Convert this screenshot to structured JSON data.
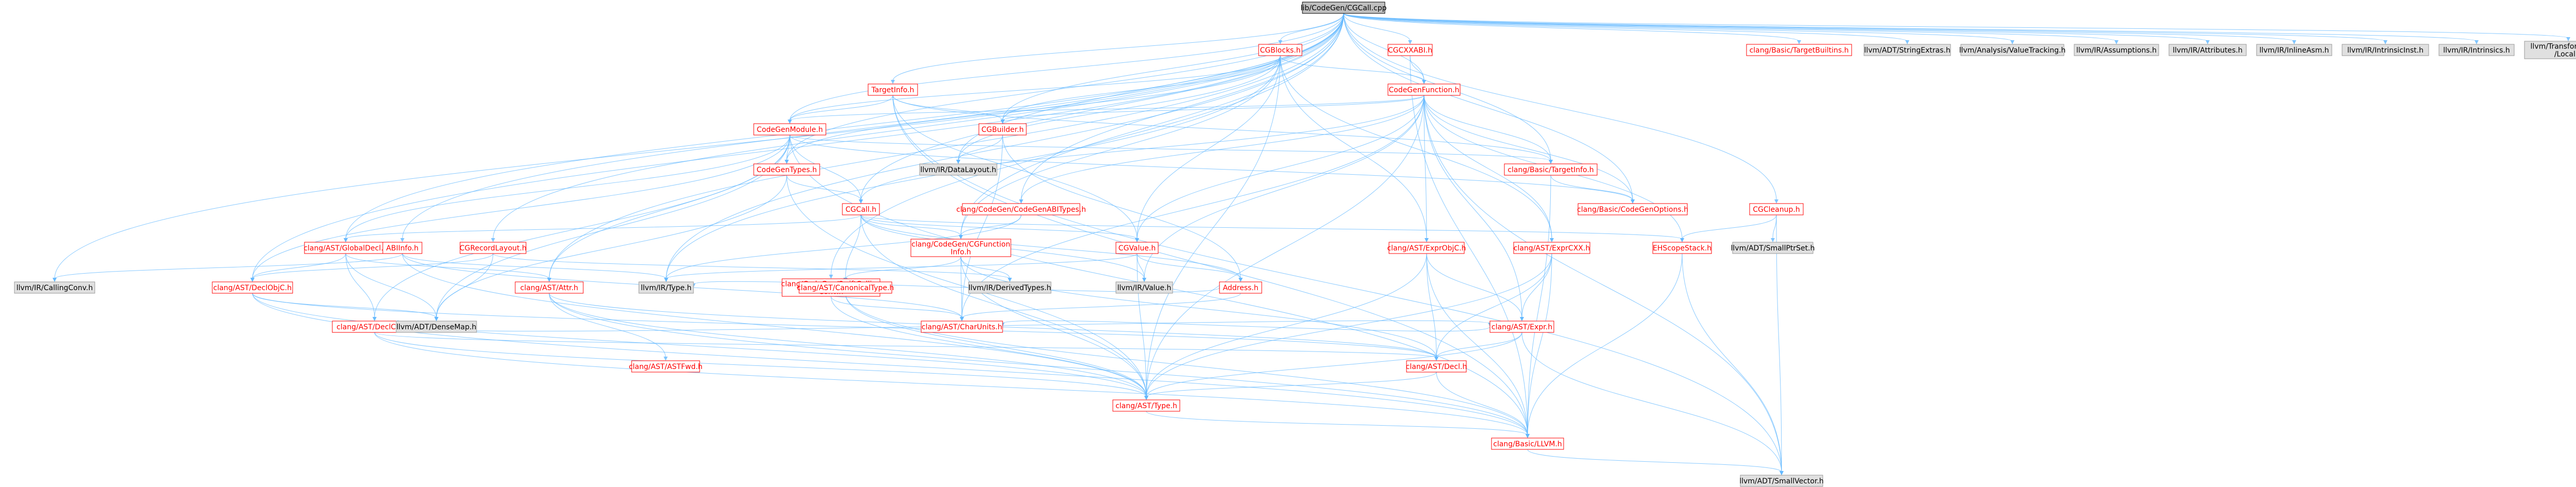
{
  "diagram": {
    "kind": "include-dependency-graph",
    "colors": {
      "root_fill": "#bfbfbf",
      "root_stroke": "#000000",
      "local_fill": "#ffffff",
      "local_stroke": "#ff0000",
      "local_text": "#ff0000",
      "external_fill": "#e0e0e0",
      "external_stroke": "#999999",
      "external_text": "#000000",
      "edge": "#63b8ff"
    },
    "root": "lib/CodeGen/CGCall.cpp",
    "nodes": [
      {
        "id": "root",
        "label": "lib/CodeGen/CGCall.cpp",
        "style": "root"
      },
      {
        "id": "cgblocks",
        "label": "CGBlocks.h",
        "style": "local"
      },
      {
        "id": "cgcxxabi",
        "label": "CGCXXABI.h",
        "style": "local"
      },
      {
        "id": "targetbuiltins",
        "label": "clang/Basic/TargetBuiltins.h",
        "style": "local"
      },
      {
        "id": "stringextras",
        "label": "llvm/ADT/StringExtras.h",
        "style": "external"
      },
      {
        "id": "valuetracking",
        "label": "llvm/Analysis/ValueTracking.h",
        "style": "external"
      },
      {
        "id": "assumptions",
        "label": "llvm/IR/Assumptions.h",
        "style": "external"
      },
      {
        "id": "attributes",
        "label": "llvm/IR/Attributes.h",
        "style": "external"
      },
      {
        "id": "inlineasm",
        "label": "llvm/IR/InlineAsm.h",
        "style": "external"
      },
      {
        "id": "intrinsicinst",
        "label": "llvm/IR/IntrinsicInst.h",
        "style": "external"
      },
      {
        "id": "intrinsics",
        "label": "llvm/IR/Intrinsics.h",
        "style": "external"
      },
      {
        "id": "transformslocal",
        "label": "llvm/Transforms/Utils\n/Local.h",
        "style": "external"
      },
      {
        "id": "targetinfo",
        "label": "TargetInfo.h",
        "style": "local"
      },
      {
        "id": "codegenfunction",
        "label": "CodeGenFunction.h",
        "style": "local"
      },
      {
        "id": "codegenmodule",
        "label": "CodeGenModule.h",
        "style": "local"
      },
      {
        "id": "cgbuilder",
        "label": "CGBuilder.h",
        "style": "local"
      },
      {
        "id": "datalayout",
        "label": "llvm/IR/DataLayout.h",
        "style": "external"
      },
      {
        "id": "codegentypes",
        "label": "CodeGenTypes.h",
        "style": "local"
      },
      {
        "id": "basictargetinfo",
        "label": "clang/Basic/TargetInfo.h",
        "style": "local"
      },
      {
        "id": "codegenoptions",
        "label": "clang/Basic/CodeGenOptions.h",
        "style": "local"
      },
      {
        "id": "cgcleanup",
        "label": "CGCleanup.h",
        "style": "local"
      },
      {
        "id": "smallptrset",
        "label": "llvm/ADT/SmallPtrSet.h",
        "style": "external"
      },
      {
        "id": "cgcall",
        "label": "CGCall.h",
        "style": "local"
      },
      {
        "id": "codegenabitypes",
        "label": "clang/CodeGen/CodeGenABITypes.h",
        "style": "local"
      },
      {
        "id": "cgvalue",
        "label": "CGValue.h",
        "style": "local"
      },
      {
        "id": "cgfunctioninfo",
        "label": "clang/CodeGen/CGFunction\nInfo.h",
        "style": "local"
      },
      {
        "id": "swiftcallingconv",
        "label": "clang/CodeGen/SwiftCalling\nConv.h",
        "style": "local"
      },
      {
        "id": "globaldecl",
        "label": "clang/AST/GlobalDecl.h",
        "style": "local"
      },
      {
        "id": "abiinfo",
        "label": "ABIInfo.h",
        "style": "local"
      },
      {
        "id": "cgrecordlayout",
        "label": "CGRecordLayout.h",
        "style": "local"
      },
      {
        "id": "callingconv",
        "label": "llvm/IR/CallingConv.h",
        "style": "external"
      },
      {
        "id": "declobjc",
        "label": "clang/AST/DeclObjC.h",
        "style": "local"
      },
      {
        "id": "declcxx",
        "label": "clang/AST/DeclCXX.h",
        "style": "local"
      },
      {
        "id": "attr",
        "label": "clang/AST/Attr.h",
        "style": "local"
      },
      {
        "id": "irtype",
        "label": "llvm/IR/Type.h",
        "style": "external"
      },
      {
        "id": "densemap",
        "label": "llvm/ADT/DenseMap.h",
        "style": "external"
      },
      {
        "id": "astfwd",
        "label": "clang/AST/ASTFwd.h",
        "style": "local"
      },
      {
        "id": "canonicaltype",
        "label": "clang/AST/CanonicalType.h",
        "style": "local"
      },
      {
        "id": "derivedtypes",
        "label": "llvm/IR/DerivedTypes.h",
        "style": "external"
      },
      {
        "id": "irvalue",
        "label": "llvm/IR/Value.h",
        "style": "external"
      },
      {
        "id": "address",
        "label": "Address.h",
        "style": "local"
      },
      {
        "id": "charunits",
        "label": "clang/AST/CharUnits.h",
        "style": "local"
      },
      {
        "id": "exprobjc",
        "label": "clang/AST/ExprObjC.h",
        "style": "local"
      },
      {
        "id": "exprcxx",
        "label": "clang/AST/ExprCXX.h",
        "style": "local"
      },
      {
        "id": "ehscopestack",
        "label": "EHScopeStack.h",
        "style": "local"
      },
      {
        "id": "expr",
        "label": "clang/AST/Expr.h",
        "style": "local"
      },
      {
        "id": "decl",
        "label": "clang/AST/Decl.h",
        "style": "local"
      },
      {
        "id": "asttype",
        "label": "clang/AST/Type.h",
        "style": "local"
      },
      {
        "id": "llvmh",
        "label": "clang/Basic/LLVM.h",
        "style": "local"
      },
      {
        "id": "smallvector",
        "label": "llvm/ADT/SmallVector.h",
        "style": "external"
      }
    ]
  }
}
